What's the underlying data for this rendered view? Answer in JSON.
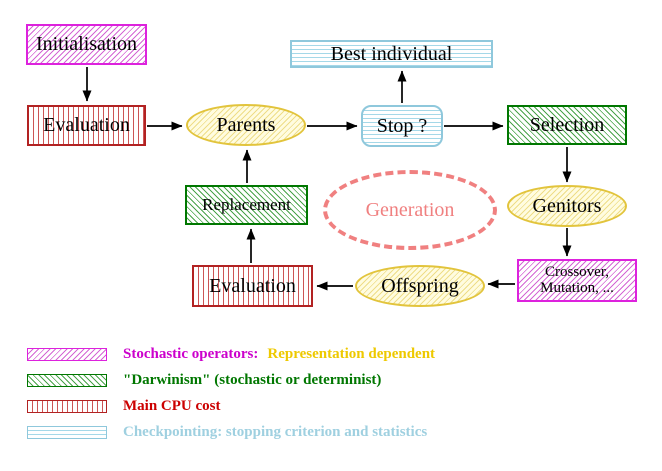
{
  "diagram": {
    "title_hint": "Evolutionary algorithm generation loop",
    "nodes": {
      "initialisation": "Initialisation",
      "evaluation_top": "Evaluation",
      "parents": "Parents",
      "stop": "Stop ?",
      "best_individual": "Best individual",
      "selection": "Selection",
      "genitors": "Genitors",
      "crossover_line1": "Crossover,",
      "crossover_line2": "Mutation, ...",
      "offspring": "Offspring",
      "evaluation_bottom": "Evaluation",
      "replacement": "Replacement",
      "generation": "Generation"
    },
    "edges": [
      "initialisation->evaluation_top",
      "evaluation_top->parents",
      "parents->stop",
      "stop->best_individual",
      "stop->selection",
      "selection->genitors",
      "genitors->crossover",
      "crossover->offspring",
      "offspring->evaluation_bottom",
      "evaluation_bottom->replacement",
      "replacement->parents"
    ],
    "legend": {
      "items": [
        {
          "swatch": "magenta-diagonal-hatch",
          "label": "Stochastic operators:",
          "label2": "Representation dependent"
        },
        {
          "swatch": "green-diagonal-hatch",
          "label": "\"Darwinism\" (stochastic or determinist)"
        },
        {
          "swatch": "red-vertical-stripes",
          "label": "Main CPU cost"
        },
        {
          "swatch": "cyan-horizontal-stripes",
          "label": "Checkpointing: stopping criterion and statistics"
        }
      ]
    },
    "colors": {
      "stochastic_magenta": "#dd22dd",
      "darwinism_green": "#007700",
      "cpu_cost_red": "#bb2222",
      "checkpointing_cyan": "#8fc8dc",
      "operator_yellow": "#e2c43c",
      "generation_salmon": "#f08080",
      "legend_gold": "#eec900",
      "text_black": "#000000"
    }
  }
}
